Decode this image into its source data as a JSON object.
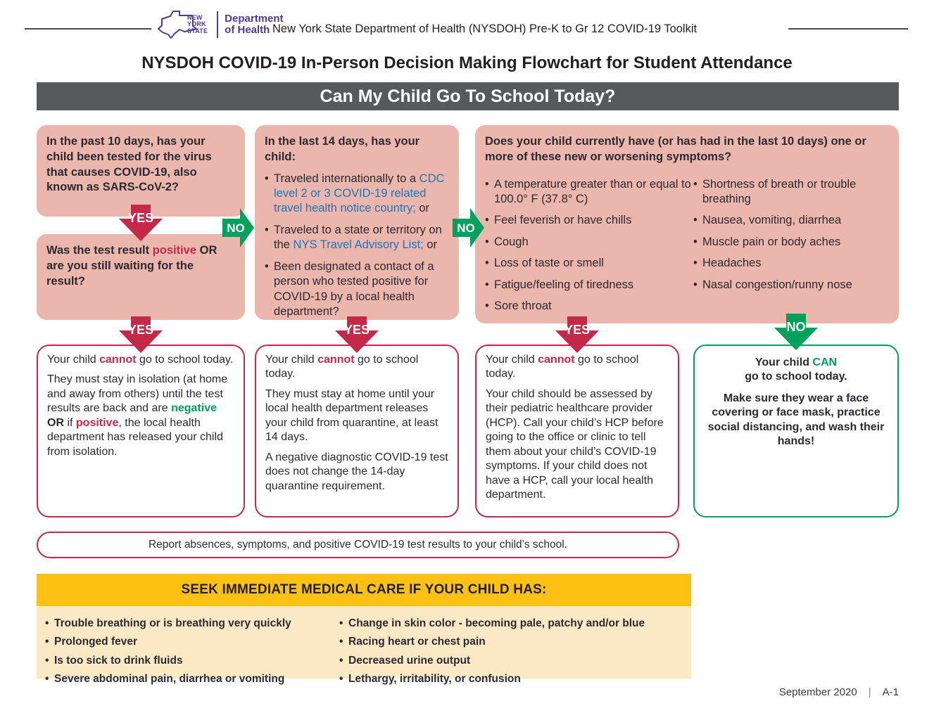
{
  "colors": {
    "crimson": "#c5294a",
    "green": "#00a15d",
    "pink": "#ebb6ab",
    "banner_gray": "#58595b",
    "gold": "#fdc113",
    "cream": "#fbe8c5",
    "link_blue": "#1c75bc",
    "logo_purple": "#4d3a96"
  },
  "logo": {
    "state_lines": [
      "NEW",
      "YORK",
      "STATE"
    ],
    "dept_line1": "Department",
    "dept_line2": "of Health"
  },
  "header": {
    "toolkit_text": "New York State Department of Health (NYSDOH) Pre-K to Gr 12 COVID-19 Toolkit"
  },
  "title": "NYSDOH COVID-19 In-Person Decision Making Flowchart for Student Attendance",
  "banner": "Can My Child Go To School Today?",
  "arrows": {
    "yes": "YES",
    "no": "NO"
  },
  "q1": {
    "segs": [
      {
        "t": "In the past 10 days, has your child been tested for the virus that causes COVID-19, also known as SARS-CoV-2?",
        "s": "b"
      }
    ]
  },
  "q2": {
    "segs": [
      {
        "t": "Was the test result ",
        "s": "b"
      },
      {
        "t": "positive",
        "s": "rb"
      },
      {
        "t": " OR are you still waiting for the result?",
        "s": "b"
      }
    ]
  },
  "q3": {
    "heading": "In the last 14 days, has your child:",
    "bullets": [
      [
        {
          "t": "Traveled internationally to a ",
          "s": "n"
        },
        {
          "t": "CDC level 2 or 3 COVID-19 related travel health notice country;",
          "s": "bl"
        },
        {
          "t": " or",
          "s": "n"
        }
      ],
      [
        {
          "t": "Traveled to a state or territory on the ",
          "s": "n"
        },
        {
          "t": "NYS Travel Advisory List;",
          "s": "bl"
        },
        {
          "t": " or",
          "s": "n"
        }
      ],
      [
        {
          "t": "Been designated a contact of a person who tested positive for COVID-19 by a local health department?",
          "s": "n"
        }
      ]
    ]
  },
  "q4": {
    "heading": "Does your child currently have (or has had in the last 10 days) one or more of these new or worsening symptoms?",
    "bullets_left": [
      "A temperature greater than or equal to 100.0° F (37.8° C)",
      "Feel feverish or have chills",
      "Cough",
      "Loss of taste or smell",
      "Fatigue/feeling of tiredness",
      "Sore throat"
    ],
    "bullets_right": [
      "Shortness of breath or trouble breathing",
      "Nausea, vomiting, diarrhea",
      "Muscle pain or body aches",
      "Headaches",
      "Nasal congestion/runny nose"
    ]
  },
  "outcomes": {
    "o1": {
      "p1": [
        {
          "t": "Your child ",
          "s": "n"
        },
        {
          "t": "cannot",
          "s": "rb"
        },
        {
          "t": " go to school today.",
          "s": "n"
        }
      ],
      "p2": [
        {
          "t": "They must stay in isolation (at home and away from others) until the test results are back and are ",
          "s": "n"
        },
        {
          "t": "negative",
          "s": "gb"
        },
        {
          "t": " OR",
          "s": "b"
        },
        {
          "t": " if ",
          "s": "n"
        },
        {
          "t": "positive",
          "s": "rb"
        },
        {
          "t": ", the local health department has released your child from isolation.",
          "s": "n"
        }
      ]
    },
    "o2": {
      "p1": [
        {
          "t": "Your child ",
          "s": "n"
        },
        {
          "t": "cannot",
          "s": "rb"
        },
        {
          "t": " go to school today.",
          "s": "n"
        }
      ],
      "p2": [
        {
          "t": "They must stay at home until your local health department releases your child from quarantine, at least 14 days.",
          "s": "n"
        }
      ],
      "p3": [
        {
          "t": "A negative diagnostic COVID-19 test does not change the 14-day quarantine requirement.",
          "s": "n"
        }
      ]
    },
    "o3": {
      "p1": [
        {
          "t": "Your child ",
          "s": "n"
        },
        {
          "t": "cannot",
          "s": "rb"
        },
        {
          "t": " go to school today.",
          "s": "n"
        }
      ],
      "p2": [
        {
          "t": "Your child should be assessed by their pediatric healthcare provider (HCP). Call your child’s HCP before going to the office or clinic to tell them about your child’s COVID-19 symptoms. If your child does not have a HCP, call your local health department.",
          "s": "n"
        }
      ]
    },
    "o4": {
      "p1": [
        {
          "t": "Your child ",
          "s": "b"
        },
        {
          "t": "CAN",
          "s": "gb"
        },
        {
          "br": true
        },
        {
          "t": "go to school today.",
          "s": "b"
        }
      ],
      "p2": [
        {
          "t": "Make sure they wear a face covering or face mask, practice social distancing, and wash their hands!",
          "s": "b"
        }
      ]
    }
  },
  "report": {
    "text": "Report absences, symptoms, and positive COVID-19 test results to your child’s school."
  },
  "seek": {
    "title": "SEEK IMMEDIATE MEDICAL CARE IF YOUR CHILD HAS:",
    "left": [
      "Trouble breathing or is breathing very quickly",
      "Prolonged fever",
      "Is too sick to drink fluids",
      "Severe abdominal pain, diarrhea or vomiting"
    ],
    "right": [
      "Change in skin color - becoming pale, patchy and/or blue",
      "Racing heart or chest pain",
      "Decreased urine output",
      "Lethargy, irritability, or confusion"
    ]
  },
  "footer": {
    "date": "September 2020",
    "sep": "|",
    "page": "A-1"
  }
}
